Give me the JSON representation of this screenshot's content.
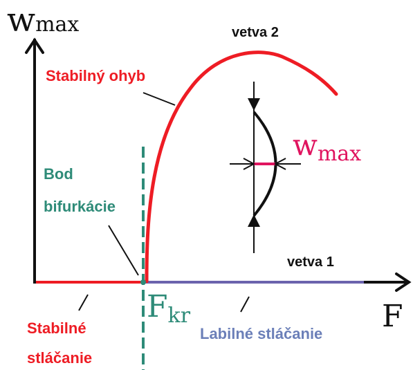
{
  "axes": {
    "y_label_main": "w",
    "y_label_sub": "max",
    "x_label": "F"
  },
  "labels": {
    "branch_2": "vetva 2",
    "branch_1": "vetva 1",
    "stable_bending": "Stabilný ohyb",
    "bifurcation_line1": "Bod",
    "bifurcation_line2": "bifurkácie",
    "critical_force_main": "F",
    "critical_force_sub": "kr",
    "stable_compression_line1": "Stabilné",
    "stable_compression_line2": "stláčanie",
    "unstable_compression": "Labilné stláčanie",
    "inset_w_main": "w",
    "inset_w_sub": "max"
  },
  "colors": {
    "axis": "#111111",
    "stable": "#ee1c24",
    "unstable": "#6b63ad",
    "bifurcation": "#2e8b78",
    "inset_wmax_line": "#e0145f",
    "inset_wmax_label": "#e0145f",
    "text_dark": "#111111",
    "unstable_label": "#6b7fb8"
  }
}
